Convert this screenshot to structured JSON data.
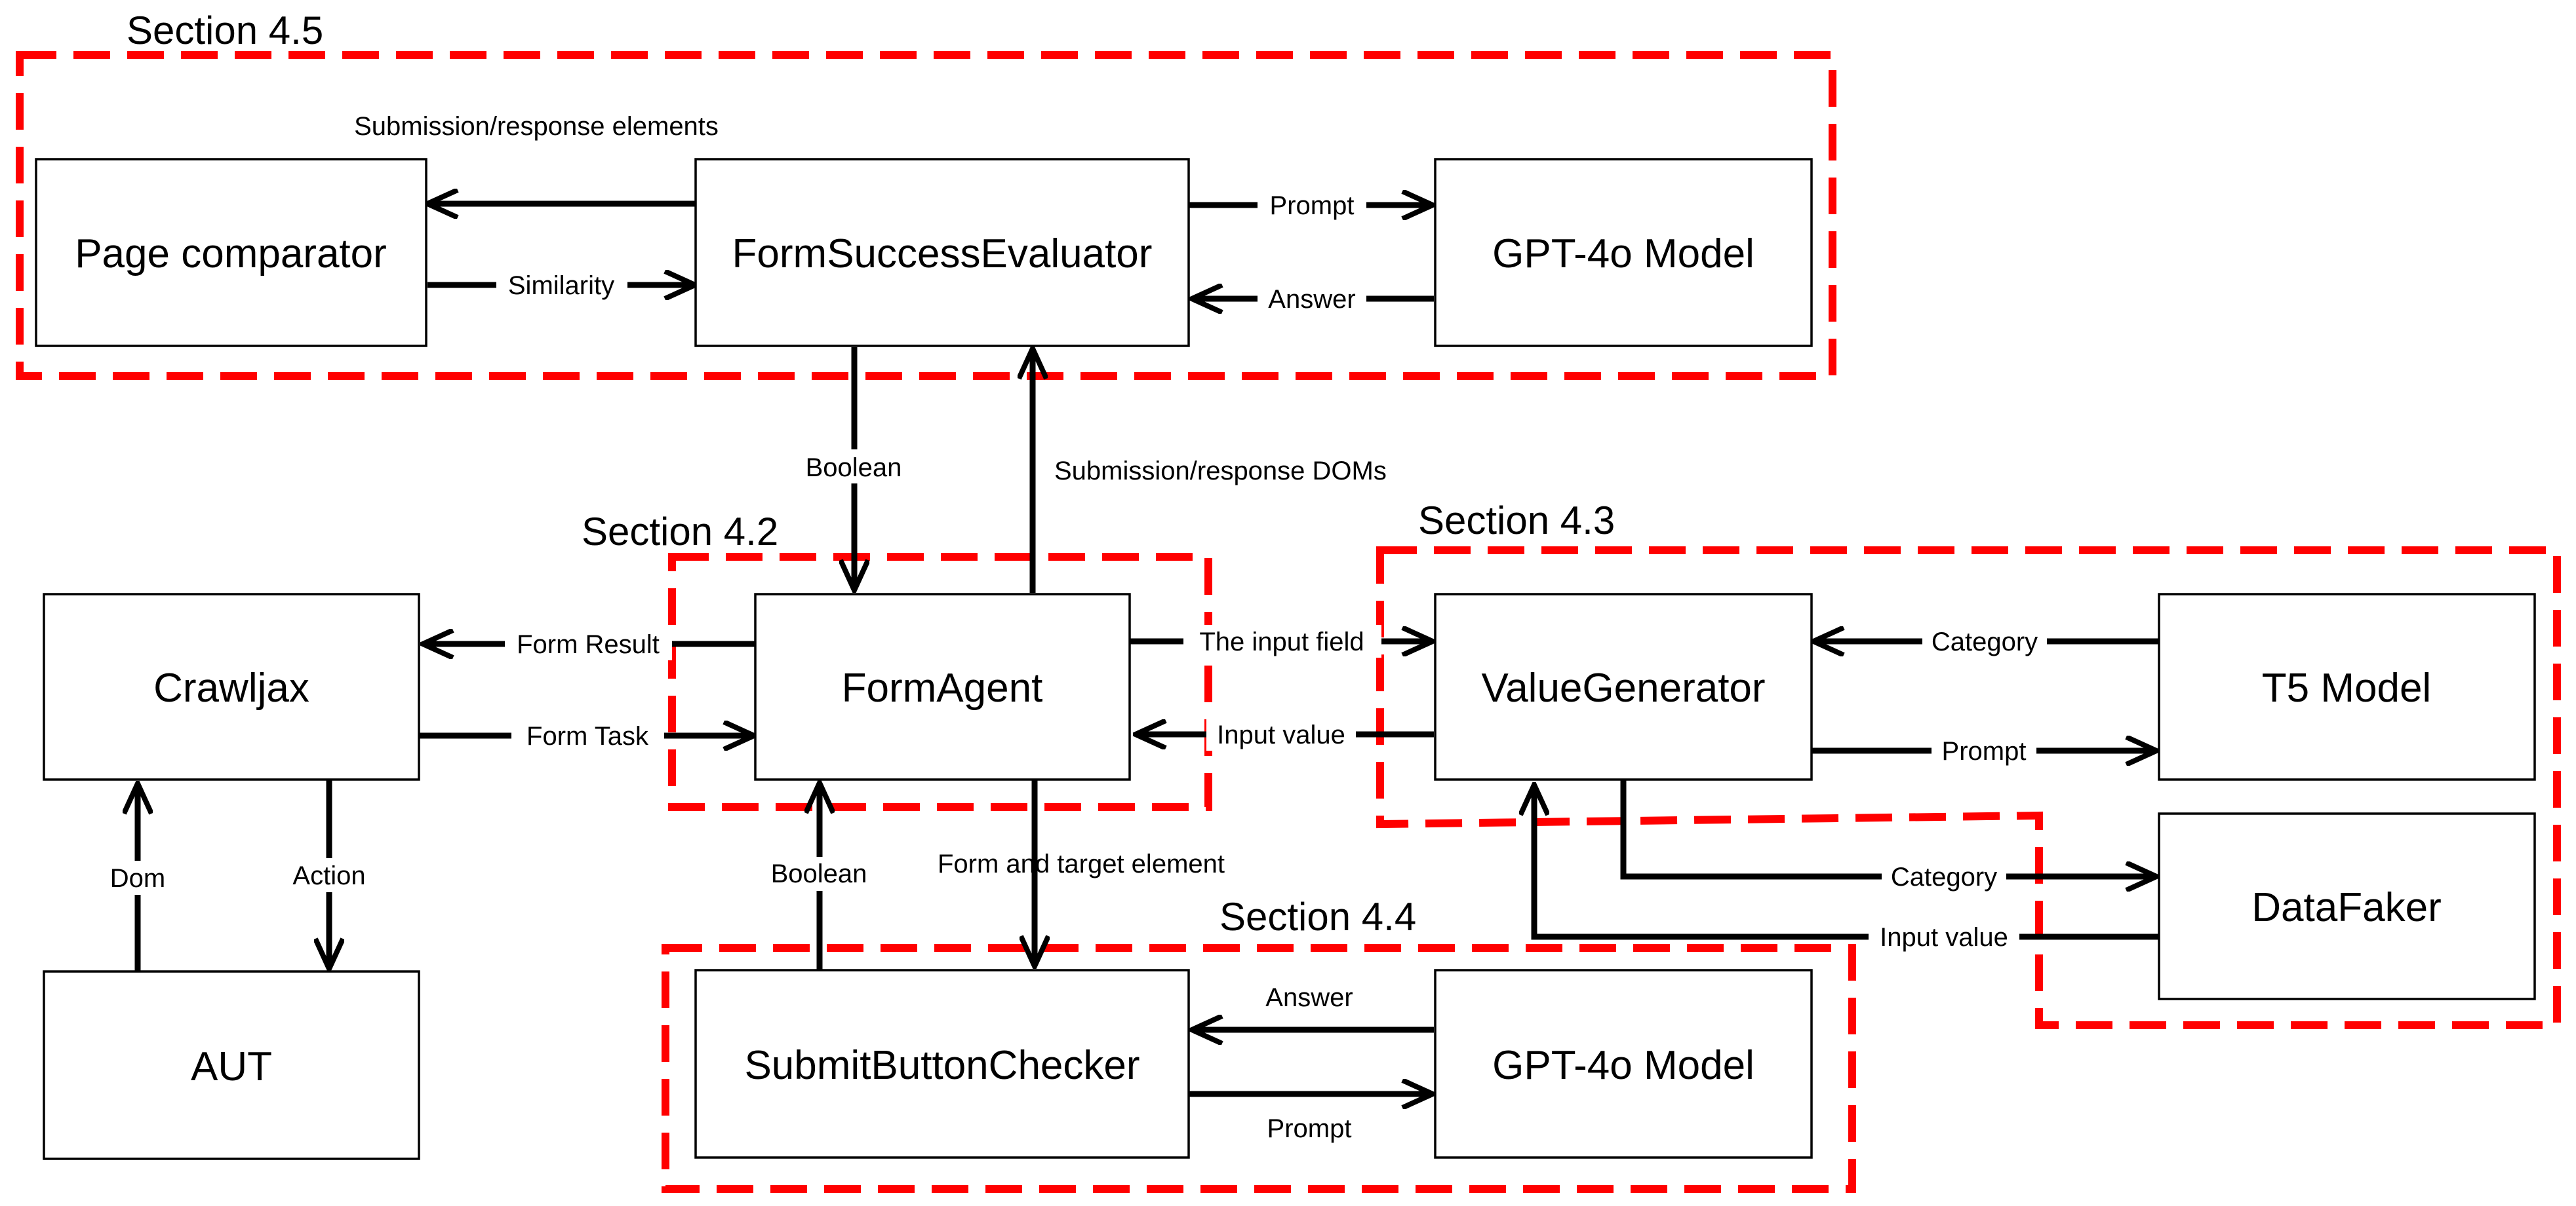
{
  "sections": {
    "s45": "Section 4.5",
    "s42": "Section 4.2",
    "s43": "Section 4.3",
    "s44": "Section 4.4"
  },
  "nodes": {
    "page_comparator": "Page comparator",
    "form_success_evaluator": "FormSuccessEvaluator",
    "gpt_top": "GPT-4o Model",
    "crawljax": "Crawljax",
    "form_agent": "FormAgent",
    "value_generator": "ValueGenerator",
    "t5_model": "T5 Model",
    "aut": "AUT",
    "datafaker": "DataFaker",
    "submit_button_checker": "SubmitButtonChecker",
    "gpt_bottom": "GPT-4o Model"
  },
  "edges": {
    "submission_response_elements": "Submission/response elements",
    "similarity": "Similarity",
    "prompt_top": "Prompt",
    "answer_top": "Answer",
    "boolean_top": "Boolean",
    "submission_response_doms": "Submission/response DOMs",
    "form_result": "Form Result",
    "form_task": "Form Task",
    "the_input_field": "The input field",
    "input_value_vg": "Input value",
    "category_t5": "Category",
    "prompt_t5": "Prompt",
    "category_df": "Category",
    "input_value_df": "Input value",
    "dom": "Dom",
    "action": "Action",
    "boolean_bottom": "Boolean",
    "form_and_target": "Form and target element",
    "answer_bottom": "Answer",
    "prompt_bottom": "Prompt"
  },
  "colors": {
    "section_border": "#ff0000",
    "arrow": "#000000",
    "box_border": "#000000",
    "background": "#ffffff"
  }
}
